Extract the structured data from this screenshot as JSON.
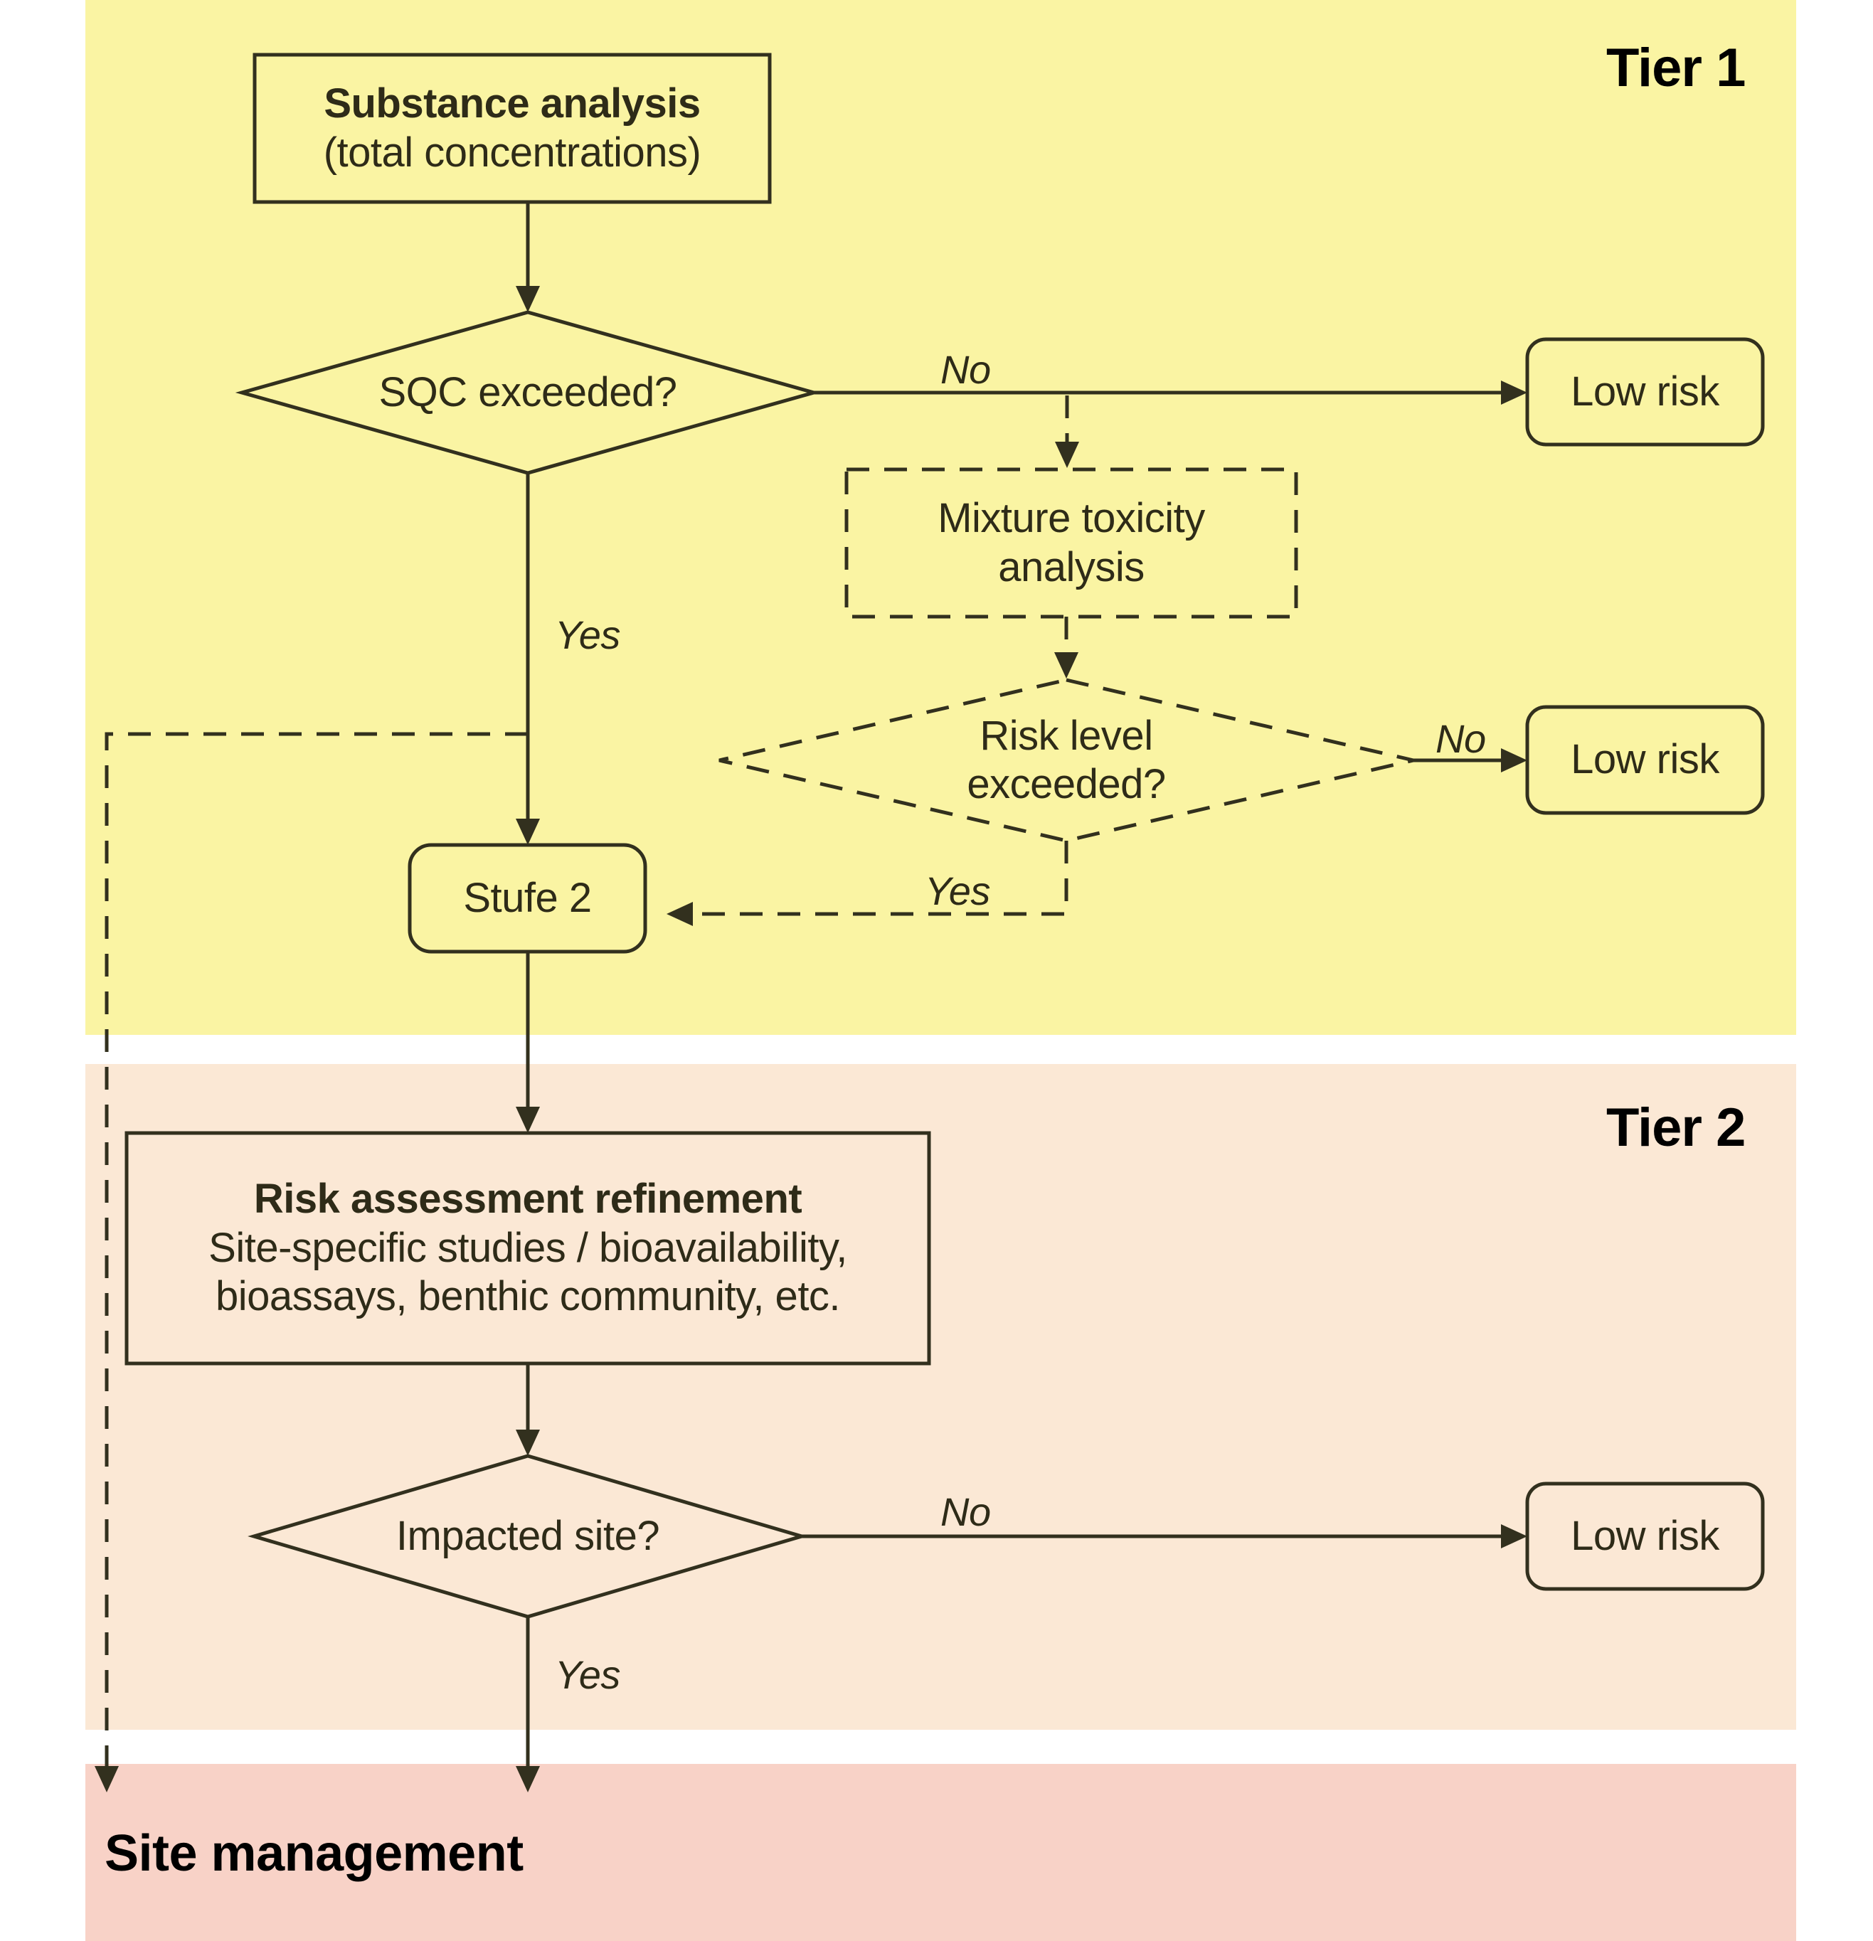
{
  "colors": {
    "tier1_bg": "#FAF4A3",
    "tier2_bg": "#FBE8D5",
    "management_bg": "#F8D2C7",
    "stroke": "#32301E",
    "node_text": "#2E2B18",
    "label_color": "#000000"
  },
  "regions": {
    "tier1": {
      "label": "Tier 1"
    },
    "tier2": {
      "label": "Tier 2"
    },
    "management": {
      "label": "Site management"
    }
  },
  "nodes": {
    "substance": {
      "title": "Substance analysis",
      "subtitle": "(total concentrations)"
    },
    "sqc_decision": {
      "label": "SQC exceeded?"
    },
    "low_risk_1": {
      "label": "Low risk"
    },
    "mixture": {
      "line1": "Mixture toxicity",
      "line2": "analysis"
    },
    "risk_decision": {
      "line1": "Risk level",
      "line2": "exceeded?"
    },
    "low_risk_2": {
      "label": "Low risk"
    },
    "stufe2": {
      "label": "Stufe 2"
    },
    "refinement": {
      "title": "Risk assessment refinement",
      "line2": "Site-specific studies / bioavailability,",
      "line3": "bioassays, benthic community, etc."
    },
    "impacted_decision": {
      "label": "Impacted site?"
    },
    "low_risk_3": {
      "label": "Low risk"
    }
  },
  "edges": {
    "sqc_no": "No",
    "sqc_yes": "Yes",
    "risk_no": "No",
    "risk_yes": "Yes",
    "impacted_no": "No",
    "impacted_yes": "Yes"
  }
}
